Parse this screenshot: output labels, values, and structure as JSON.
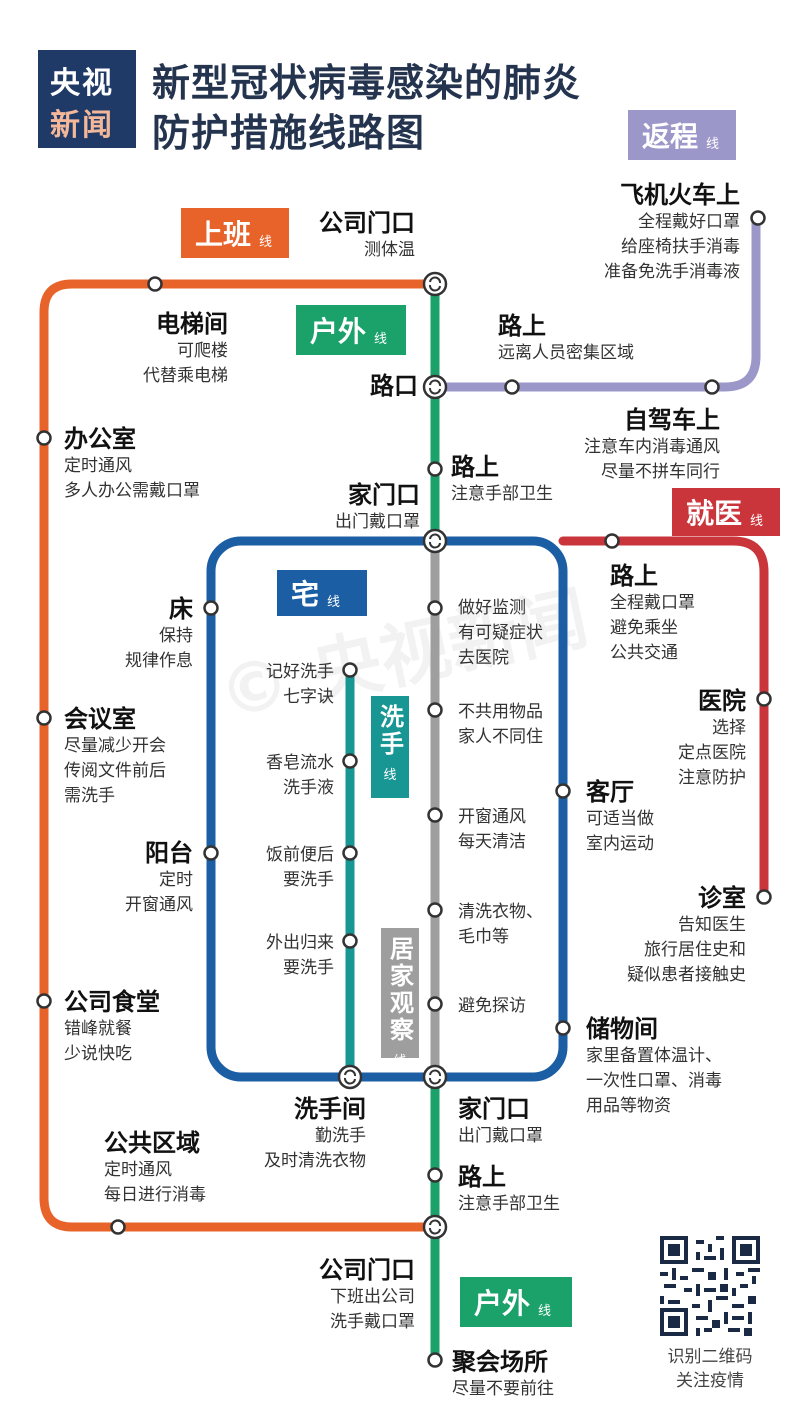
{
  "logo": {
    "line1": "央视",
    "line2": "新闻"
  },
  "title": {
    "line1": "新型冠状病毒感染的肺炎",
    "line2": "防护措施线路图"
  },
  "colors": {
    "shangban": "#e8632a",
    "fancheng": "#9c97c9",
    "huwai": "#1ba26b",
    "zhai": "#1b5ea3",
    "jiuyi": "#c9353b",
    "xishou": "#179693",
    "jujia": "#9e9e9e"
  },
  "lines": {
    "shangban": {
      "name": "上班",
      "suffix": "线"
    },
    "fancheng": {
      "name": "返程",
      "suffix": "线"
    },
    "huwai_top": {
      "name": "户外",
      "suffix": "线"
    },
    "huwai_bottom": {
      "name": "户外",
      "suffix": "线"
    },
    "zhai": {
      "name": "宅",
      "suffix": "线"
    },
    "jiuyi": {
      "name": "就医",
      "suffix": "线"
    },
    "xishou": {
      "name": "洗手",
      "suffix": "线"
    },
    "jujia": {
      "name": "居家观察",
      "suffix": "线"
    }
  },
  "stations": {
    "gongsi_menkou_top": {
      "name": "公司门口",
      "desc": [
        "测体温"
      ]
    },
    "feiji_huoche": {
      "name": "飞机火车上",
      "desc": [
        "全程戴好口罩",
        "给座椅扶手消毒",
        "准备免洗手消毒液"
      ]
    },
    "dianti": {
      "name": "电梯间",
      "desc": [
        "可爬楼",
        "代替乘电梯"
      ]
    },
    "lushang_return": {
      "name": "路上",
      "desc": [
        "远离人员密集区域"
      ]
    },
    "lukou": {
      "name": "路口",
      "desc": []
    },
    "bangongshi": {
      "name": "办公室",
      "desc": [
        "定时通风",
        "多人办公需戴口罩"
      ]
    },
    "zijia": {
      "name": "自驾车上",
      "desc": [
        "注意车内消毒通风",
        "尽量不拼车同行"
      ]
    },
    "lushang_top": {
      "name": "路上",
      "desc": [
        "注意手部卫生"
      ]
    },
    "jiamenkou_top": {
      "name": "家门口",
      "desc": [
        "出门戴口罩"
      ]
    },
    "chuang": {
      "name": "床",
      "desc": [
        "保持",
        "规律作息"
      ]
    },
    "lushang_jiuyi": {
      "name": "路上",
      "desc": [
        "全程戴口罩",
        "避免乘坐",
        "公共交通"
      ]
    },
    "huiyishi": {
      "name": "会议室",
      "desc": [
        "尽量减少开会",
        "传阅文件前后",
        "需洗手"
      ]
    },
    "yiyuan": {
      "name": "医院",
      "desc": [
        "选择",
        "定点医院",
        "注意防护"
      ]
    },
    "keting": {
      "name": "客厅",
      "desc": [
        "可适当做",
        "室内运动"
      ]
    },
    "yangtai": {
      "name": "阳台",
      "desc": [
        "定时",
        "开窗通风"
      ]
    },
    "zhenshi": {
      "name": "诊室",
      "desc": [
        "告知医生",
        "旅行居住史和",
        "疑似患者接触史"
      ]
    },
    "shitang": {
      "name": "公司食堂",
      "desc": [
        "错峰就餐",
        "少说快吃"
      ]
    },
    "chuwujian": {
      "name": "储物间",
      "desc": [
        "家里备置体温计、",
        "一次性口罩、消毒",
        "用品等物资"
      ]
    },
    "xishoujian": {
      "name": "洗手间",
      "desc": [
        "勤洗手",
        "及时清洗衣物"
      ]
    },
    "jiamenkou_bottom": {
      "name": "家门口",
      "desc": [
        "出门戴口罩"
      ]
    },
    "gonggong": {
      "name": "公共区域",
      "desc": [
        "定时通风",
        "每日进行消毒"
      ]
    },
    "lushang_bottom": {
      "name": "路上",
      "desc": [
        "注意手部卫生"
      ]
    },
    "gongsi_menkou_bottom": {
      "name": "公司门口",
      "desc": [
        "下班出公司",
        "洗手戴口罩"
      ]
    },
    "juhui": {
      "name": "聚会场所",
      "desc": [
        "尽量不要前往"
      ]
    }
  },
  "xishou_stops": [
    [
      "记好洗手",
      "七字诀"
    ],
    [
      "香皂流水",
      "洗手液"
    ],
    [
      "饭前便后",
      "要洗手"
    ],
    [
      "外出归来",
      "要洗手"
    ]
  ],
  "jujia_stops": [
    [
      "做好监测",
      "有可疑症状",
      "去医院"
    ],
    [
      "不共用物品",
      "家人不同住"
    ],
    [
      "开窗通风",
      "每天清洁"
    ],
    [
      "清洗衣物、",
      "毛巾等"
    ],
    [
      "避免探访"
    ]
  ],
  "qr": {
    "caption": [
      "识别二维码",
      "关注疫情"
    ]
  }
}
